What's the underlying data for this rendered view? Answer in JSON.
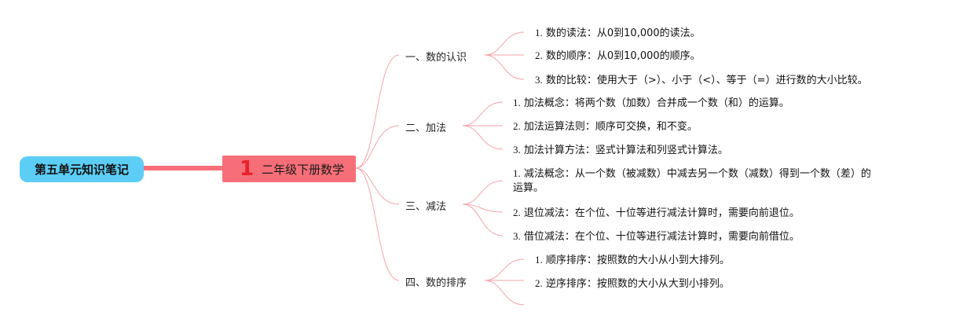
{
  "root": {
    "label": "第五单元知识笔记"
  },
  "center": {
    "label": "二年级下册数学",
    "icon": "1"
  },
  "colors": {
    "root": "#5ccdf5",
    "center": "#f66f78",
    "link": "#f08a92",
    "icon": "#e8202a"
  },
  "branches": [
    {
      "label": "一、数的认识",
      "items": [
        {
          "num": "1.",
          "text": "数的读法：从0到10,000的读法。"
        },
        {
          "num": "2.",
          "text": "数的顺序：从0到10,000的顺序。"
        },
        {
          "num": "3.",
          "text": "数的比较：使用大于（>）、小于（<）、等于（=）进行数的大小比较。"
        }
      ]
    },
    {
      "label": "二、加法",
      "items": [
        {
          "num": "1.",
          "text": "加法概念：将两个数（加数）合并成一个数（和）的运算。"
        },
        {
          "num": "2.",
          "text": "加法运算法则：顺序可交换，和不变。"
        },
        {
          "num": "3.",
          "text": "加法计算方法：竖式计算法和列竖式计算法。"
        }
      ]
    },
    {
      "label": "三、减法",
      "items": [
        {
          "num": "1.",
          "text": "减法概念：从一个数（被减数）中减去另一个数（减数）得到一个数（差）的",
          "text2": "运算。"
        },
        {
          "num": "2.",
          "text": "退位减法：在个位、十位等进行减法计算时，需要向前退位。"
        },
        {
          "num": "3.",
          "text": "借位减法：在个位、十位等进行减法计算时，需要向前借位。"
        }
      ]
    },
    {
      "label": "四、数的排序",
      "items": [
        {
          "num": "1.",
          "text": "顺序排序：按照数的大小从小到大排列。"
        },
        {
          "num": "2.",
          "text": "逆序排序：按照数的大小从大到小排列。"
        },
        {
          "num": "",
          "text": ""
        }
      ]
    }
  ]
}
